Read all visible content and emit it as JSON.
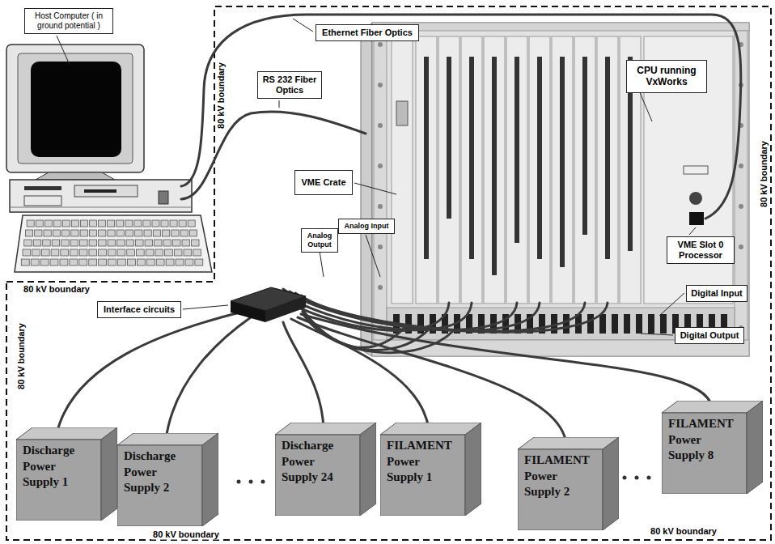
{
  "diagram": {
    "nodes": [
      {
        "text": [
          "Host Computer ( in ground potential )"
        ]
      },
      {
        "text": [
          "Ethernet Fiber Optics"
        ]
      },
      {
        "text": [
          "RS 232 Fiber Optics"
        ]
      },
      {
        "text": [
          "VME Crate"
        ]
      },
      {
        "text": [
          "CPU running VxWorks"
        ]
      },
      {
        "text": [
          "VME Slot 0 Processor"
        ]
      },
      {
        "text": [
          "Analog Output"
        ]
      },
      {
        "text": [
          "Analog Input"
        ]
      },
      {
        "text": [
          "Interface circuits"
        ]
      },
      {
        "text": [
          "Digital Input"
        ]
      },
      {
        "text": [
          "Digital Output"
        ]
      },
      {
        "text": [
          "Discharge Power Supply 1"
        ]
      },
      {
        "text": [
          "Discharge Power Supply 2"
        ]
      },
      {
        "text": [
          "Discharge Power Supply 24"
        ]
      },
      {
        "text": [
          "FILAMENT Power Supply 1"
        ]
      },
      {
        "text": [
          "FILAMENT Power Supply 2"
        ]
      },
      {
        "text": [
          "FILAMENT Power Supply 8"
        ]
      }
    ],
    "labels": [
      "80 kV boundary",
      "80 kV boundary",
      "80 kV boundary",
      "80 kV boundary",
      "80 kV boundary",
      "80 kV boundary"
    ]
  }
}
